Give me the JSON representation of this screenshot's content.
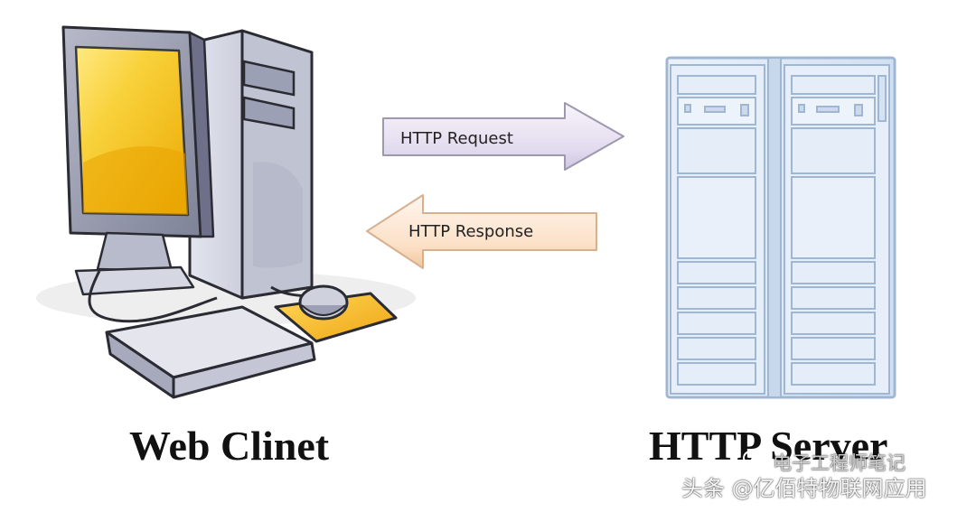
{
  "diagram": {
    "client_label": "Web Clinet",
    "server_label": "HTTP Server",
    "request_label": "HTTP Request",
    "response_label": "HTTP Response"
  },
  "watermark": {
    "line1": "电子工程师笔记",
    "line2": "头条 @亿佰特物联网应用",
    "icon": "wechat-icon"
  },
  "colors": {
    "request_arrow": "#e9e3f2",
    "response_arrow": "#fbe4cf",
    "monitor_screen": "#f7cf2f",
    "computer_body": "#c9cbd8",
    "server_rack": "#dbe7f5",
    "server_outline": "#9fb7d2",
    "mouse_pad": "#f7bf2b"
  }
}
